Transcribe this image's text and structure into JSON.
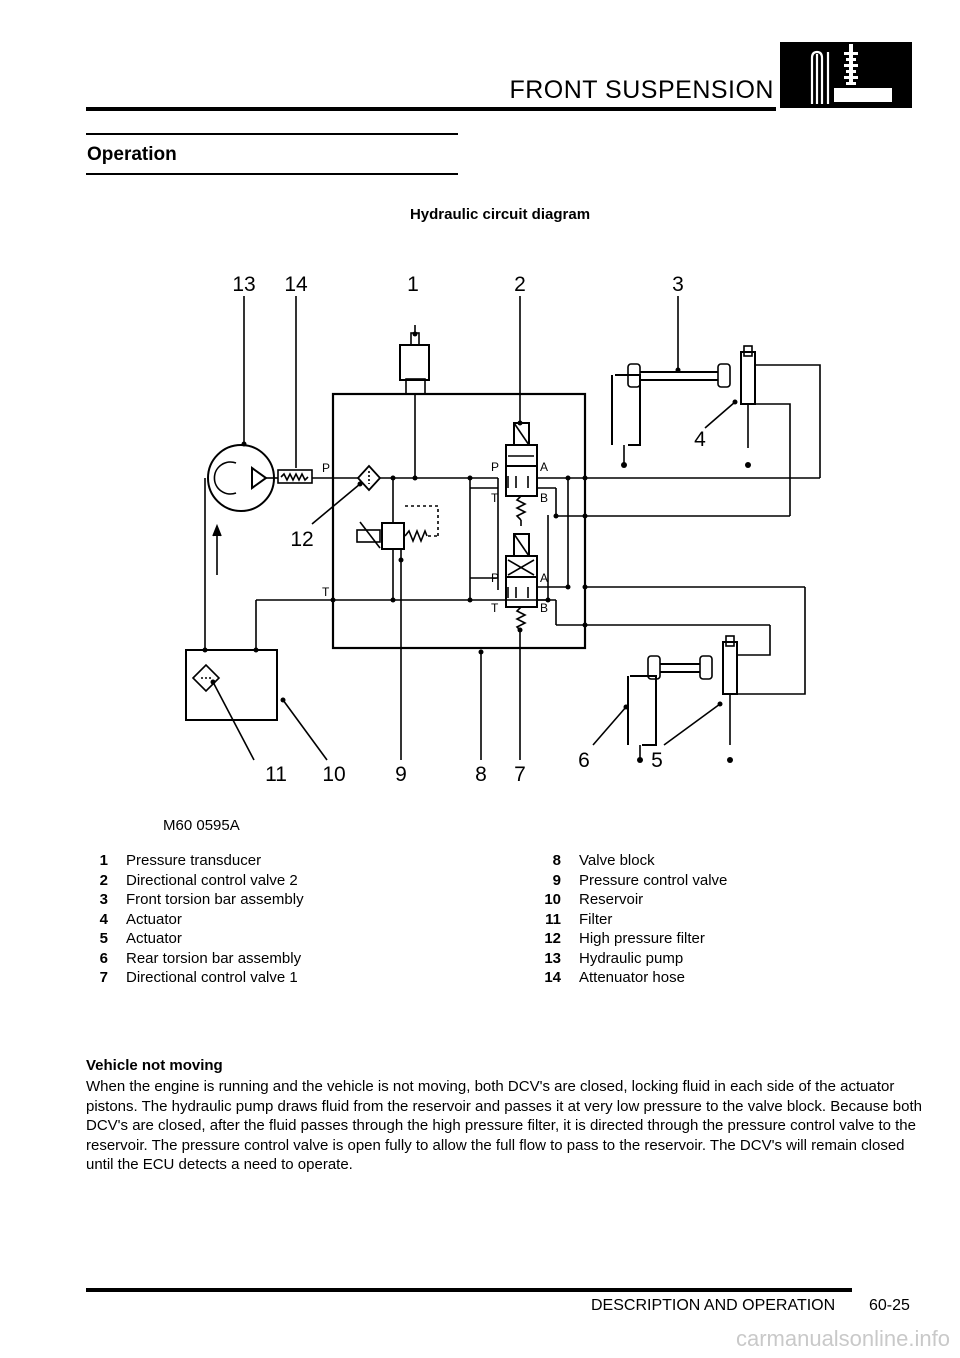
{
  "header": {
    "section_title": "FRONT SUSPENSION"
  },
  "page": {
    "heading": "Operation",
    "diagram_caption": "Hydraulic circuit diagram",
    "figure_ref": "M60 0595A"
  },
  "diagram": {
    "callouts": [
      "1",
      "2",
      "3",
      "4",
      "5",
      "6",
      "7",
      "8",
      "9",
      "10",
      "11",
      "12",
      "13",
      "14"
    ],
    "port_labels": {
      "p": "P",
      "t": "T",
      "a": "A",
      "b": "B"
    }
  },
  "legend": {
    "left": [
      {
        "num": "1",
        "text": "Pressure transducer"
      },
      {
        "num": "2",
        "text": "Directional control valve 2"
      },
      {
        "num": "3",
        "text": "Front torsion bar assembly"
      },
      {
        "num": "4",
        "text": "Actuator"
      },
      {
        "num": "5",
        "text": "Actuator"
      },
      {
        "num": "6",
        "text": "Rear torsion bar assembly"
      },
      {
        "num": "7",
        "text": "Directional control valve 1"
      }
    ],
    "right": [
      {
        "num": "8",
        "text": "Valve block"
      },
      {
        "num": "9",
        "text": "Pressure control valve"
      },
      {
        "num": "10",
        "text": "Reservoir"
      },
      {
        "num": "11",
        "text": "Filter"
      },
      {
        "num": "12",
        "text": "High pressure filter"
      },
      {
        "num": "13",
        "text": "Hydraulic pump"
      },
      {
        "num": "14",
        "text": "Attenuator hose"
      }
    ]
  },
  "body": {
    "subheading": "Vehicle not moving",
    "paragraph": "When the engine is running and the vehicle is not moving, both DCV's are closed, locking fluid in each side of the actuator pistons. The hydraulic pump draws fluid from the reservoir and passes it at very low pressure to the valve block. Because both DCV's are closed, after the fluid passes through the high pressure filter, it is directed through the pressure control valve to the reservoir. The pressure control valve is open fully to allow the full flow to pass to the reservoir. The DCV's will remain closed until the ECU detects a need to operate."
  },
  "footer": {
    "section": "DESCRIPTION AND OPERATION",
    "page_number": "60-25"
  },
  "watermark": "carmanualsonline.info"
}
